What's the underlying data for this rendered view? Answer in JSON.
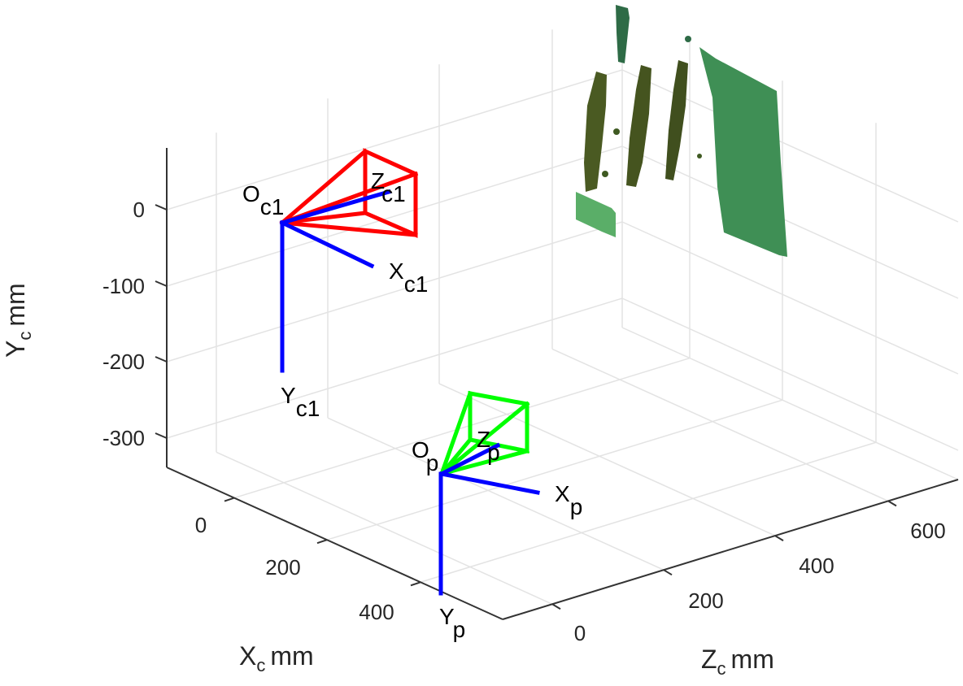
{
  "chart_data": {
    "type": "scatter",
    "projection": "3d",
    "xlabel": {
      "main": "X",
      "sub": "c",
      "unit": "mm"
    },
    "ylabel": {
      "main": "Y",
      "sub": "c",
      "unit": "mm"
    },
    "zlabel": {
      "main": "Z",
      "sub": "c",
      "unit": "mm"
    },
    "x_ticks": [
      "0",
      "200",
      "400"
    ],
    "y_ticks": [
      "0",
      "-100",
      "-200",
      "-300"
    ],
    "z_ticks": [
      "0",
      "200",
      "400",
      "600"
    ],
    "grid": true,
    "frames": [
      {
        "name": "camera",
        "color": "#ff0000",
        "axis_color": "#0000ff",
        "labels": {
          "origin": [
            "O",
            "c1"
          ],
          "x": [
            "X",
            "c1"
          ],
          "y": [
            "Y",
            "c1"
          ],
          "z": [
            "Z",
            "c1"
          ]
        }
      },
      {
        "name": "projector",
        "color": "#00ff00",
        "axis_color": "#0000ff",
        "labels": {
          "origin": [
            "O",
            "p"
          ],
          "x": [
            "X",
            "p"
          ],
          "y": [
            "Y",
            "p"
          ],
          "z": [
            "Z",
            "p"
          ]
        }
      }
    ],
    "point_cloud_colors": [
      "#3f8f55",
      "#4a5a22",
      "#2e6b46",
      "#5aae68"
    ]
  }
}
